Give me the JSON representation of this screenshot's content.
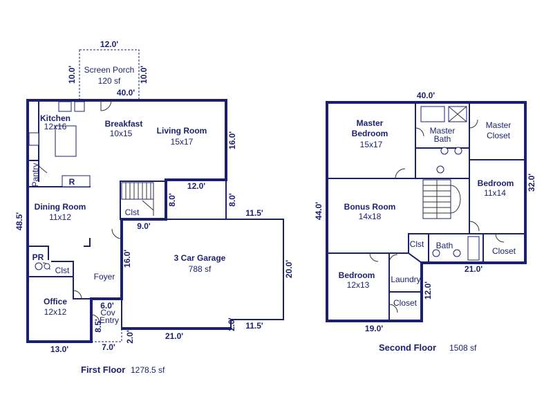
{
  "first_floor": {
    "caption": "First Floor",
    "area": "1278.5 sf",
    "rooms": {
      "screen_porch": {
        "name": "Screen Porch",
        "size": "120 sf"
      },
      "kitchen": {
        "name": "Kitchen",
        "size": "12x16"
      },
      "breakfast": {
        "name": "Breakfast",
        "size": "10x15"
      },
      "living_room": {
        "name": "Living Room",
        "size": "15x17"
      },
      "pantry": {
        "name": "Pantry"
      },
      "refrigerator": {
        "name": "R"
      },
      "dining_room": {
        "name": "Dining Room",
        "size": "11x12"
      },
      "closet_stairs": {
        "name": "Clst"
      },
      "powder_room": {
        "name": "PR"
      },
      "closet_pr": {
        "name": "Clst"
      },
      "foyer": {
        "name": "Foyer"
      },
      "office": {
        "name": "Office",
        "size": "12x12"
      },
      "cov_entry": {
        "name": "Cov",
        "name2": "Entry"
      },
      "garage": {
        "name": "3 Car Garage",
        "size": "788 sf"
      }
    },
    "dims": {
      "porch_top": "12.0'",
      "porch_left": "10.0'",
      "porch_right": "10.0'",
      "top": "40.0'",
      "living_right": "16.0'",
      "garage_top_left": "12.0'",
      "stair_right": "8.0'",
      "garage_left_upper": "8.0'",
      "garage_top_right": "11.5'",
      "garage_step": "9.0'",
      "left": "48.5'",
      "garage_inner_left": "16.0'",
      "garage_right": "20.0'",
      "entry_top": "6.0'",
      "entry_side": "8.5'",
      "garage_bottom_left": "2.0'",
      "garage_bottom": "21.0'",
      "garage_bottom_right_v": "2.0'",
      "garage_bottom_right": "11.5'",
      "office_bottom": "13.0'",
      "entry_bottom": "7.0'"
    }
  },
  "second_floor": {
    "caption": "Second Floor",
    "area": "1508 sf",
    "rooms": {
      "master_bedroom": {
        "name": "Master",
        "name2": "Bedroom",
        "size": "15x17"
      },
      "master_bath": {
        "name": "Master",
        "name2": "Bath"
      },
      "master_closet": {
        "name": "Master",
        "name2": "Closet"
      },
      "bedroom_right": {
        "name": "Bedroom",
        "size": "11x14"
      },
      "bonus_room": {
        "name": "Bonus Room",
        "size": "14x18"
      },
      "closet_small": {
        "name": "Clst"
      },
      "bath": {
        "name": "Bath"
      },
      "closet_right": {
        "name": "Closet"
      },
      "bedroom_left": {
        "name": "Bedroom",
        "size": "12x13"
      },
      "laundry": {
        "name": "Laundry"
      },
      "closet_bottom": {
        "name": "Closet"
      }
    },
    "dims": {
      "top": "40.0'",
      "left": "44.0'",
      "right": "32.0'",
      "step_bottom": "21.0'",
      "laundry_right": "12.0'",
      "bottom": "19.0'"
    }
  },
  "colors": {
    "wall": "#1a1f6e",
    "background": "#ffffff"
  }
}
